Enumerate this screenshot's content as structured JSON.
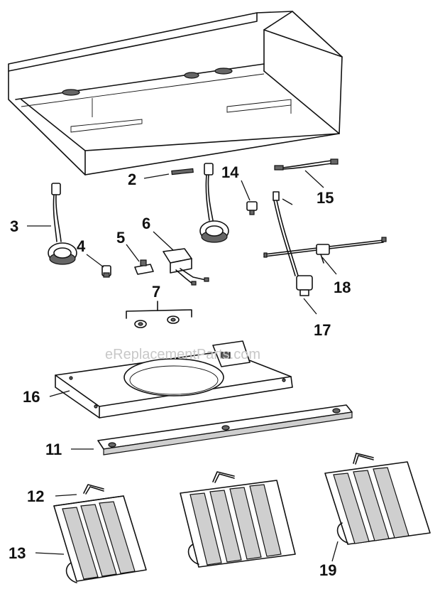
{
  "watermark": "eReplacementParts.com",
  "labels": {
    "p2": "2",
    "p3": "3",
    "p4": "4",
    "p5": "5",
    "p6": "6",
    "p7": "7",
    "p11": "11",
    "p12": "12",
    "p13": "13",
    "p14": "14",
    "p15": "15",
    "p16": "16",
    "p17": "17",
    "p18": "18",
    "p19": "19"
  }
}
